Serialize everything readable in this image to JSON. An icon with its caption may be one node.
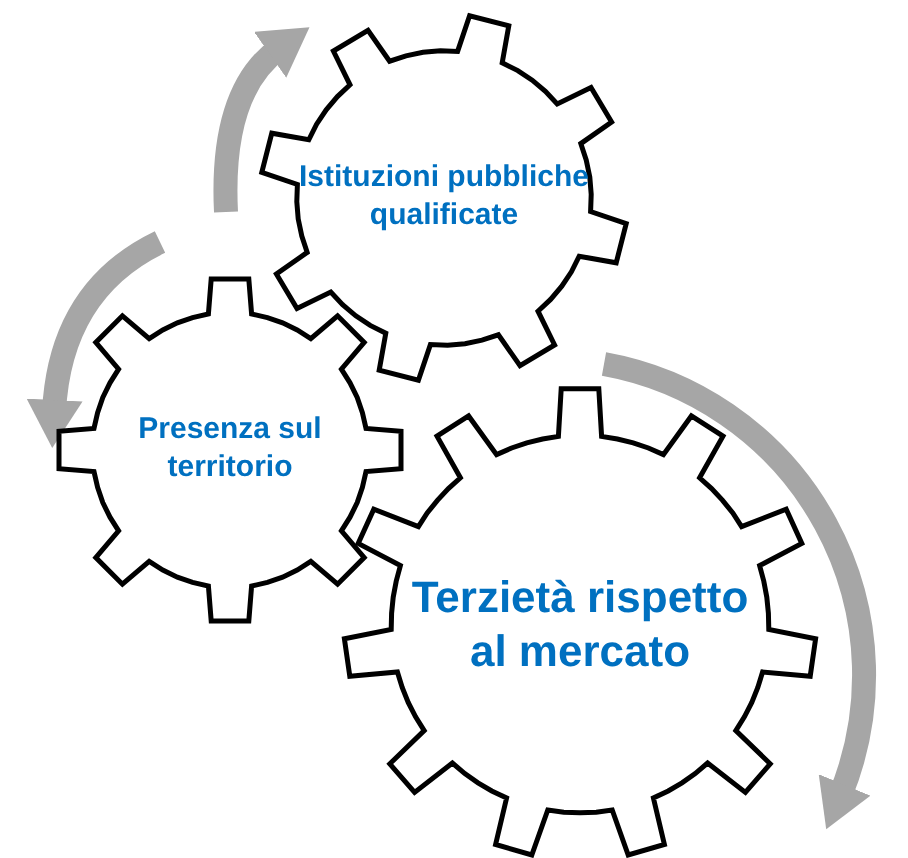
{
  "diagram": {
    "nodes": [
      {
        "text": [
          "Istituzioni pubbliche qualificate"
        ]
      },
      {
        "text": [
          "Presenza sul territorio"
        ]
      },
      {
        "text": [
          "Terzietà rispetto al mercato"
        ]
      }
    ]
  }
}
